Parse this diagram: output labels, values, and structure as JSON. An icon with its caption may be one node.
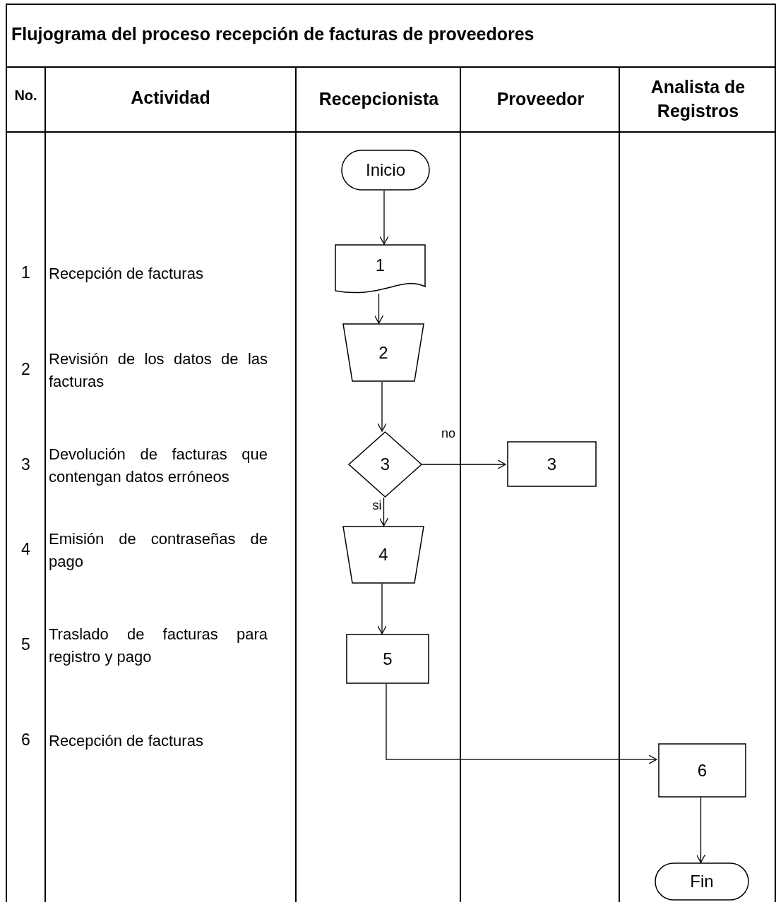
{
  "diagram": {
    "title": "Flujograma del proceso recepción de facturas de proveedores",
    "nodes": [
      {
        "text": [
          "Recepcionista"
        ]
      },
      {
        "text": [
          "Proveedor"
        ]
      },
      {
        "text": [
          "Analista de Registros"
        ]
      },
      {
        "text": [
          "Inicio"
        ],
        "in": 0
      },
      {
        "text": [
          "1"
        ],
        "in": 0
      },
      {
        "text": [
          "2"
        ],
        "in": 0
      },
      {
        "text": [
          "3"
        ],
        "in": 0
      },
      {
        "text": [
          "3"
        ],
        "in": 1
      },
      {
        "text": [
          "4"
        ],
        "in": 0
      },
      {
        "text": [
          "5"
        ],
        "in": 0
      },
      {
        "text": [
          "6"
        ],
        "in": 2
      },
      {
        "text": [
          "Fin"
        ],
        "in": 2
      }
    ],
    "edges": [
      {
        "from": 3,
        "to": 4,
        "arrow": "to"
      },
      {
        "from": 4,
        "to": 5,
        "arrow": "to"
      },
      {
        "from": 5,
        "to": 6,
        "arrow": "to"
      },
      {
        "from": 6,
        "to": 7,
        "arrow": "to",
        "label": "no"
      },
      {
        "from": 6,
        "to": 8,
        "arrow": "to",
        "label": "si"
      },
      {
        "from": 8,
        "to": 9,
        "arrow": "to"
      },
      {
        "from": 9,
        "to": 10,
        "arrow": "to"
      },
      {
        "from": 10,
        "to": 11,
        "arrow": "to"
      }
    ],
    "labels": [
      "No.",
      "Actividad",
      "1",
      "Recepción de facturas",
      "2",
      "Revisión de los datos de las facturas",
      "3",
      "Devolución de facturas que contengan datos erróneos",
      "4",
      "Emisión de contraseñas de pago",
      "5",
      "Traslado de facturas para registro y pago",
      "6",
      "Recepción de facturas"
    ]
  }
}
